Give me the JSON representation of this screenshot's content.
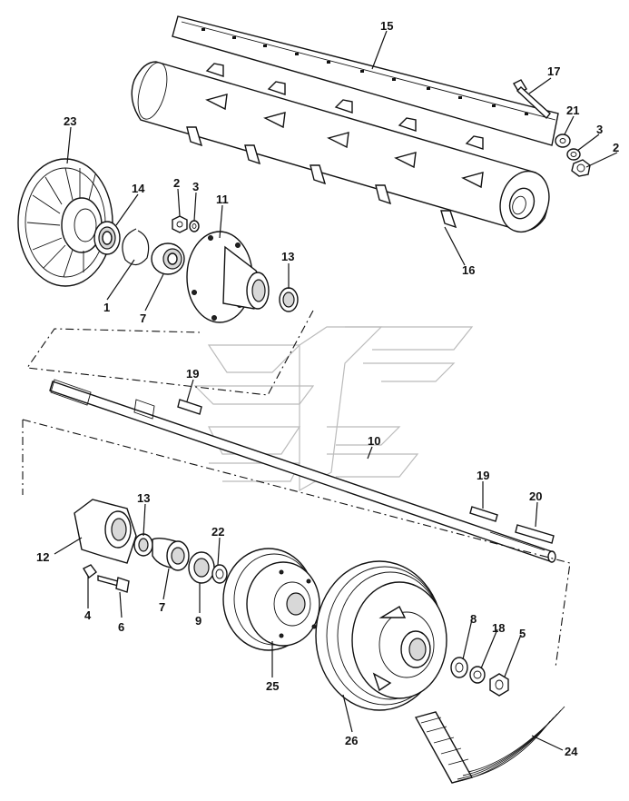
{
  "labels": {
    "p1": "1",
    "p2a": "2",
    "p2b": "2",
    "p3a": "3",
    "p3b": "3",
    "p4": "4",
    "p5": "5",
    "p6": "6",
    "p7a": "7",
    "p7b": "7",
    "p8": "8",
    "p9": "9",
    "p10": "10",
    "p11": "11",
    "p12": "12",
    "p13a": "13",
    "p13b": "13",
    "p14": "14",
    "p15": "15",
    "p16": "16",
    "p17": "17",
    "p18": "18",
    "p19a": "19",
    "p19b": "19",
    "p20": "20",
    "p21": "21",
    "p22": "22",
    "p23": "23",
    "p24": "24",
    "p25": "25",
    "p26": "26"
  }
}
